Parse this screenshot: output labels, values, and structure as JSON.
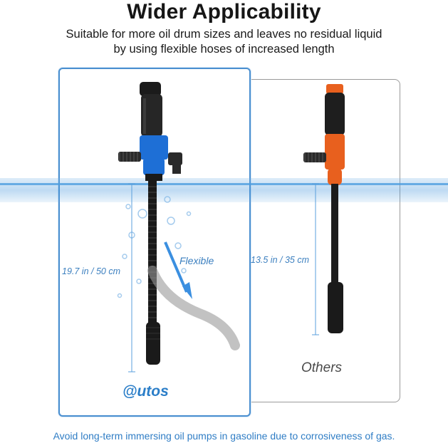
{
  "header": {
    "title": "Wider Applicability",
    "subtitle_line1": "Suitable for more oil drum sizes and leaves no residual liquid",
    "subtitle_line2": "by using flexible hoses of increased length"
  },
  "left_panel": {
    "length_label": "19.7 in / 50 cm",
    "flex_label": "Flexible",
    "brand": "@utos",
    "accent_color": "#2b7ec8"
  },
  "right_panel": {
    "length_label": "13.5 in / 35 cm",
    "caption": "Others",
    "accent_color": "#e8601e"
  },
  "footer": {
    "note": "Avoid long-term immersing oil pumps in gasoline due to corrosiveness of gas."
  }
}
